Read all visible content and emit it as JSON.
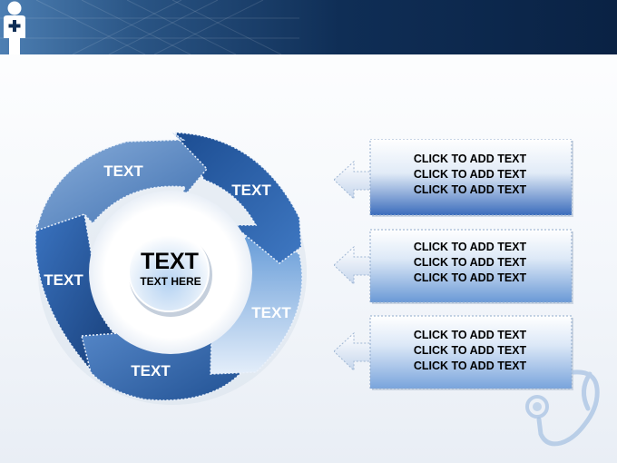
{
  "cycle": {
    "center_title": "TEXT",
    "center_subtitle": "TEXT HERE",
    "segments": [
      "TEXT",
      "TEXT",
      "TEXT",
      "TEXT",
      "TEXT"
    ]
  },
  "callouts": [
    {
      "lines": [
        "CLICK TO ADD TEXT",
        "CLICK TO ADD TEXT",
        "CLICK TO ADD TEXT"
      ]
    },
    {
      "lines": [
        "CLICK TO ADD TEXT",
        "CLICK TO ADD TEXT",
        "CLICK TO ADD TEXT"
      ]
    },
    {
      "lines": [
        "CLICK TO ADD TEXT",
        "CLICK TO ADD TEXT",
        "CLICK TO ADD TEXT"
      ]
    }
  ],
  "icons": {
    "header": "medical-person-icon",
    "footer": "stethoscope-icon"
  },
  "colors": {
    "header_dark": "#0a2244",
    "segment_dark": "#1d4f94",
    "segment_light": "#c9dcf2"
  }
}
